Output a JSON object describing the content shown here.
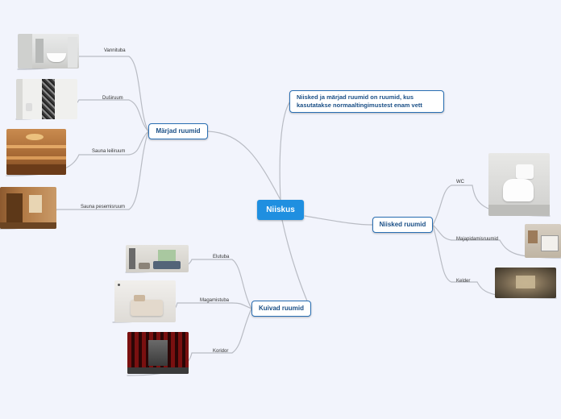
{
  "root": {
    "label": "Niiskus"
  },
  "note": {
    "text": "Niisked ja märjad ruumid on ruumid, kus kasutatakse normaaltingimustest enam vett"
  },
  "branches": {
    "wet": {
      "label": "Märjad ruumid",
      "leaves": [
        "Vannituba",
        "Duširuum",
        "Sauna leiliruum",
        "Sauna pesemisruum"
      ]
    },
    "damp": {
      "label": "Niisked ruumid",
      "leaves": [
        "WC",
        "Majapidamisruumid",
        "Kelder"
      ]
    },
    "dry": {
      "label": "Kuivad ruumid",
      "leaves": [
        "Elutuba",
        "Magamistuba",
        "Koridor"
      ]
    }
  },
  "colors": {
    "background": "#f2f4fc",
    "root_fill": "#1f8fe0",
    "node_border": "#2a6fb3",
    "connector": "#b9bcc4"
  }
}
